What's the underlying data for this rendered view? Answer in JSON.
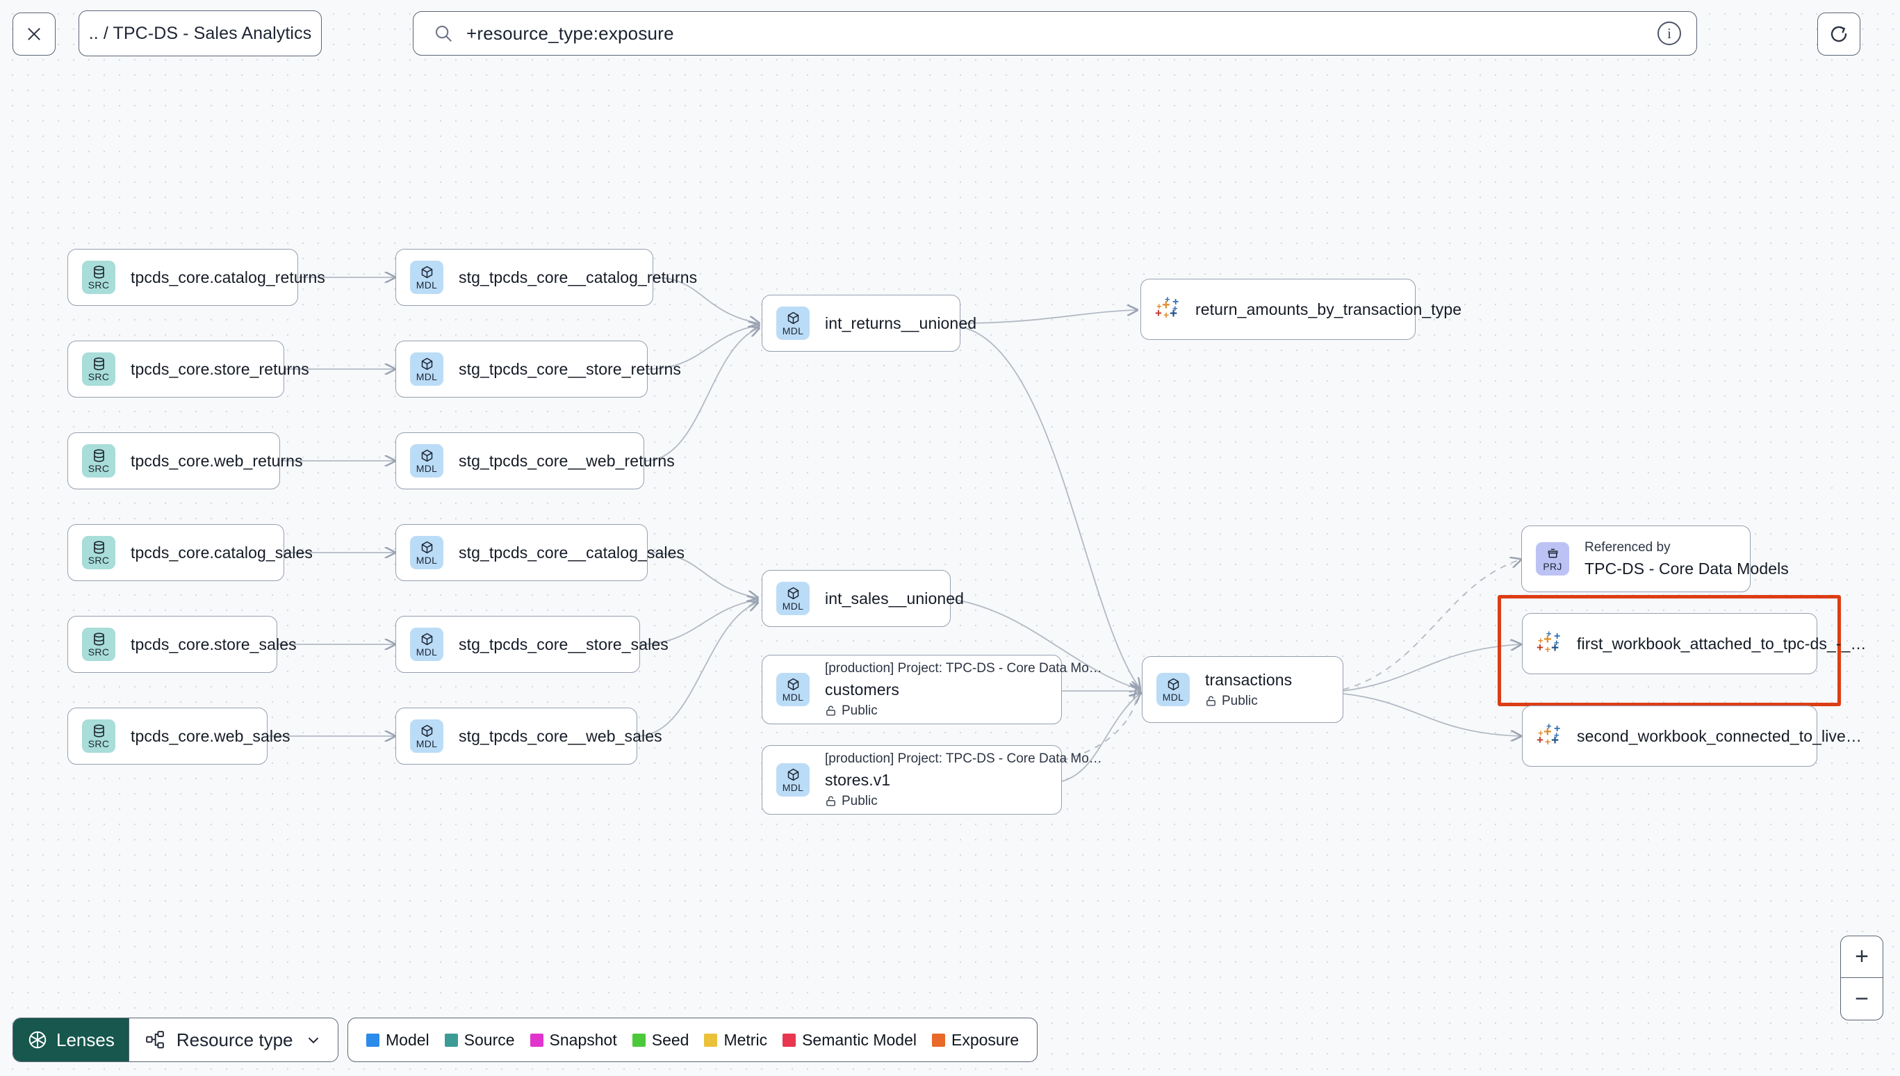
{
  "topbar": {
    "close_icon": "close-icon",
    "breadcrumb": ".. / TPC-DS - Sales Analytics",
    "search": {
      "icon": "search-icon",
      "value": "+resource_type:exposure",
      "info_icon": "info-icon",
      "info_glyph": "i"
    },
    "refresh_icon": "refresh-icon"
  },
  "graph": {
    "sources": [
      {
        "badge": "SRC",
        "label": "tpcds_core.catalog_returns"
      },
      {
        "badge": "SRC",
        "label": "tpcds_core.store_returns"
      },
      {
        "badge": "SRC",
        "label": "tpcds_core.web_returns"
      },
      {
        "badge": "SRC",
        "label": "tpcds_core.catalog_sales"
      },
      {
        "badge": "SRC",
        "label": "tpcds_core.store_sales"
      },
      {
        "badge": "SRC",
        "label": "tpcds_core.web_sales"
      }
    ],
    "staging": [
      {
        "badge": "MDL",
        "label": "stg_tpcds_core__catalog_returns"
      },
      {
        "badge": "MDL",
        "label": "stg_tpcds_core__store_returns"
      },
      {
        "badge": "MDL",
        "label": "stg_tpcds_core__web_returns"
      },
      {
        "badge": "MDL",
        "label": "stg_tpcds_core__catalog_sales"
      },
      {
        "badge": "MDL",
        "label": "stg_tpcds_core__store_sales"
      },
      {
        "badge": "MDL",
        "label": "stg_tpcds_core__web_sales"
      }
    ],
    "intermediate": [
      {
        "badge": "MDL",
        "label": "int_returns__unioned"
      },
      {
        "badge": "MDL",
        "label": "int_sales__unioned"
      }
    ],
    "refs": [
      {
        "badge": "MDL",
        "project": "[production] Project: TPC-DS - Core Data Mo…",
        "label": "customers",
        "privacy": "Public"
      },
      {
        "badge": "MDL",
        "project": "[production] Project: TPC-DS - Core Data Mo…",
        "label": "stores.v1",
        "privacy": "Public"
      }
    ],
    "transactions": {
      "badge": "MDL",
      "label": "transactions",
      "privacy": "Public"
    },
    "project_node": {
      "badge": "PRJ",
      "caption": "Referenced by",
      "label": "TPC-DS - Core Data Models"
    },
    "exposures": [
      {
        "icon": "tableau-icon",
        "label": "return_amounts_by_transaction_type"
      },
      {
        "icon": "tableau-icon",
        "label": "first_workbook_attached_to_tpc-ds_-_…"
      },
      {
        "icon": "tableau-icon",
        "label": "second_workbook_connected_to_live…"
      }
    ],
    "highlight_color": "#dd3d14"
  },
  "bottombar": {
    "lenses_label": "Lenses",
    "lenses_icon": "lens-aperture-icon",
    "resource_type_label": "Resource type",
    "resource_type_icon": "hierarchy-icon",
    "chevron_icon": "chevron-down-icon",
    "legend": [
      {
        "label": "Model",
        "color": "#2b8bea"
      },
      {
        "label": "Source",
        "color": "#3d9b96"
      },
      {
        "label": "Snapshot",
        "color": "#e235cd"
      },
      {
        "label": "Seed",
        "color": "#4cc93a"
      },
      {
        "label": "Metric",
        "color": "#ebc13a"
      },
      {
        "label": "Semantic Model",
        "color": "#e8374f"
      },
      {
        "label": "Exposure",
        "color": "#e9692a"
      }
    ]
  },
  "zoom_controls": {
    "zoom_in": "+",
    "zoom_out": "−"
  }
}
